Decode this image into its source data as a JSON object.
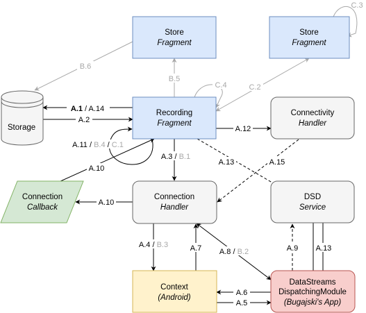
{
  "nodes": {
    "store_left": {
      "line1": "Store",
      "line2": "Fragment"
    },
    "store_right": {
      "line1": "Store",
      "line2": "Fragment"
    },
    "storage": {
      "label": "Storage"
    },
    "recording": {
      "line1": "Recording",
      "line2": "Fragment"
    },
    "connectivity": {
      "line1": "Connectivity",
      "line2": "Handler"
    },
    "callback": {
      "line1": "Connection",
      "line2": "Callback"
    },
    "connection": {
      "line1": "Connection",
      "line2": "Handler"
    },
    "dsd": {
      "line1": "DSD",
      "line2": "Service"
    },
    "context": {
      "line1": "Context",
      "line2": "(Android)"
    },
    "datastreams": {
      "line1": "DataStreams",
      "line2": "DispatchingModule",
      "line3": "(Bugajski's App)"
    }
  },
  "edges": {
    "b6": "B.6",
    "b5": "B.5",
    "c3": "C.3",
    "c4": "C.4",
    "c2": "C.2",
    "a1": "A.1",
    "a14": "A.14",
    "a1_sep": " / ",
    "a2": "A.2",
    "a12": "A.12",
    "a11": "A.11",
    "b4": "B.4",
    "c1": "C.1",
    "slash": " / ",
    "slash2": " / ",
    "a3": "A.3",
    "b1": "B.1",
    "a13_diag": "A.13",
    "a15": "A.15",
    "a10_top": "A.10",
    "a10_left": "A.10",
    "a4": "A.4",
    "b3": "B.3",
    "a4_sep": " / ",
    "a7": "A.7",
    "a8": "A.8",
    "b2": "B.2",
    "a8_sep": " / ",
    "a9": "A.9",
    "a13_v": "A.13",
    "a6": "A.6",
    "a5": "A.5"
  },
  "colors": {
    "blue_fill": "#dae8fc",
    "blue_stroke": "#6c8ebf",
    "gray_fill": "#f5f5f5",
    "gray_stroke": "#666666",
    "green_fill": "#d5e8d4",
    "green_stroke": "#82b366",
    "yellow_fill": "#fff2cc",
    "yellow_stroke": "#d6b656",
    "red_fill": "#f8cecc",
    "red_stroke": "#b85450",
    "edge_dark": "#000000",
    "edge_gray": "#a8a8a8"
  }
}
